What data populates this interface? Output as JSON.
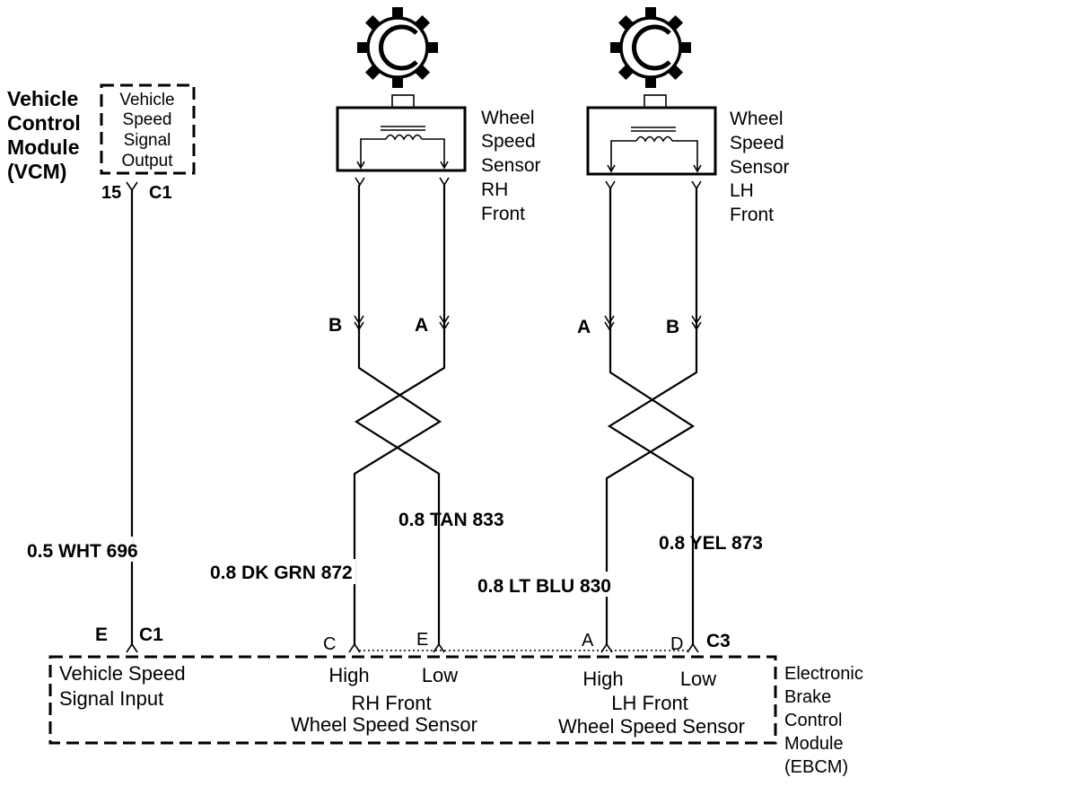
{
  "vcm": {
    "module_lines": [
      "Vehicle",
      "Control",
      "Module",
      "(VCM)"
    ],
    "output_lines": [
      "Vehicle",
      "Speed",
      "Signal",
      "Output"
    ],
    "pin": "15",
    "connector": "C1"
  },
  "wires": {
    "vss": "0.5 WHT  696",
    "rh_high": "0.8 DK GRN  872",
    "rh_low": "0.8  TAN  833",
    "lh_high": "0.8 LT BLU  830",
    "lh_low": "0.8 YEL 873"
  },
  "rh_sensor": {
    "label_lines": [
      "Wheel",
      "Speed",
      "Sensor",
      "RH",
      "Front"
    ],
    "pin_left": "B",
    "pin_right": "A"
  },
  "lh_sensor": {
    "label_lines": [
      "Wheel",
      "Speed",
      "Sensor",
      "LH",
      "Front"
    ],
    "pin_left": "A",
    "pin_right": "B"
  },
  "ebcm": {
    "vss_pin": "E",
    "vss_connector": "C1",
    "vss_input_lines": [
      "Vehicle Speed",
      "Signal Input"
    ],
    "rh_high_pin": "C",
    "rh_low_pin": "E",
    "lh_high_pin": "A",
    "lh_low_pin": "D",
    "lh_connector": "C3",
    "high_label": "High",
    "low_label": "Low",
    "rh_group_lines": [
      "RH Front",
      "Wheel Speed Sensor"
    ],
    "lh_group_lines": [
      "LH Front",
      "Wheel Speed Sensor"
    ],
    "module_lines": [
      "Electronic",
      "Brake",
      "Control",
      "Module",
      "(EBCM)"
    ]
  }
}
